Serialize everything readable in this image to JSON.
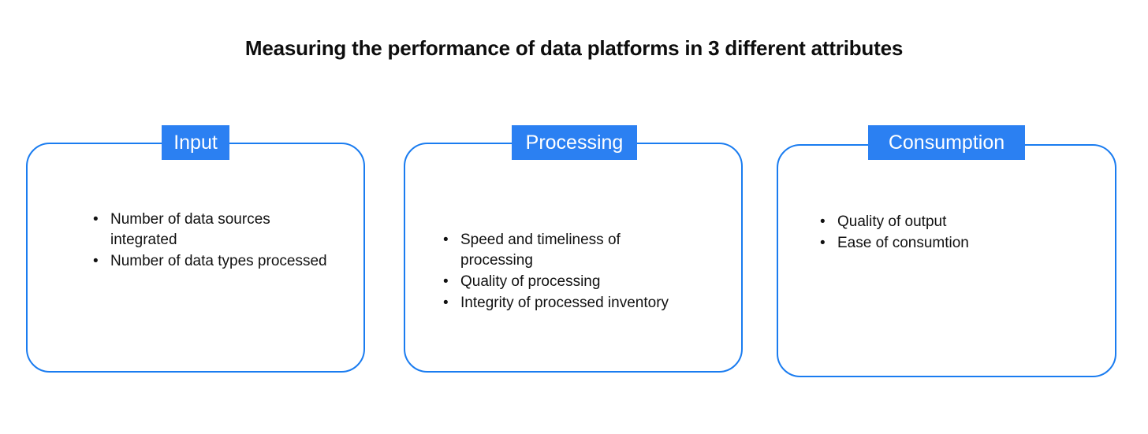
{
  "title": "Measuring the performance of data platforms in 3 different attributes",
  "colors": {
    "accent_blue": "#2b80f2",
    "border_blue": "#1a7cf0",
    "badge_text": "#ffffff",
    "body_text": "#111111",
    "background": "#ffffff"
  },
  "bullet_glyph": "•",
  "panels": [
    {
      "id": "input",
      "label": "Input",
      "items": [
        "Number of data sources integrated",
        "Number of data types processed"
      ]
    },
    {
      "id": "processing",
      "label": "Processing",
      "items": [
        "Speed and timeliness of processing",
        "Quality of processing",
        "Integrity of processed inventory"
      ]
    },
    {
      "id": "consumption",
      "label": "Consumption",
      "items": [
        "Quality of output",
        "Ease of consumtion"
      ]
    }
  ]
}
